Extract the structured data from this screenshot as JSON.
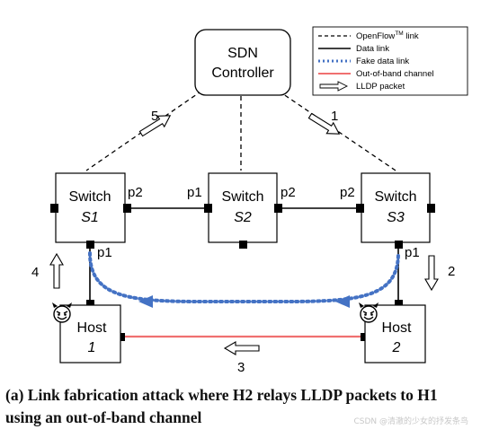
{
  "controller": {
    "line1": "SDN",
    "line2": "Controller"
  },
  "switches": [
    {
      "id": "s1",
      "label": "Switch",
      "name": "S1"
    },
    {
      "id": "s2",
      "label": "Switch",
      "name": "S2"
    },
    {
      "id": "s3",
      "label": "Switch",
      "name": "S3"
    }
  ],
  "hosts": [
    {
      "id": "h1",
      "label": "Host",
      "name": "1"
    },
    {
      "id": "h2",
      "label": "Host",
      "name": "2"
    }
  ],
  "ports": {
    "s1_right": "p2",
    "s2_left": "p1",
    "s2_right": "p2",
    "s3_left": "p2",
    "s1_bottom": "p1",
    "s3_bottom": "p1"
  },
  "steps": [
    "1",
    "2",
    "3",
    "4",
    "5"
  ],
  "legend": {
    "openflow_link": "OpenFlow",
    "openflow_sup": "TM",
    "openflow_suffix": " link",
    "data_link": "Data link",
    "fake_data_link": "Fake data link",
    "out_of_band": "Out-of-band channel",
    "lldp_packet": "LLDP packet"
  },
  "caption": "(a) Link fabrication attack where H2 relays LLDP packets to H1 using an out-of-band channel",
  "watermark": "CSDN @清澈的少女的抒发条鸟",
  "colors": {
    "fake_link": "#4472c4",
    "out_of_band": "#f07070",
    "line": "#000000"
  }
}
